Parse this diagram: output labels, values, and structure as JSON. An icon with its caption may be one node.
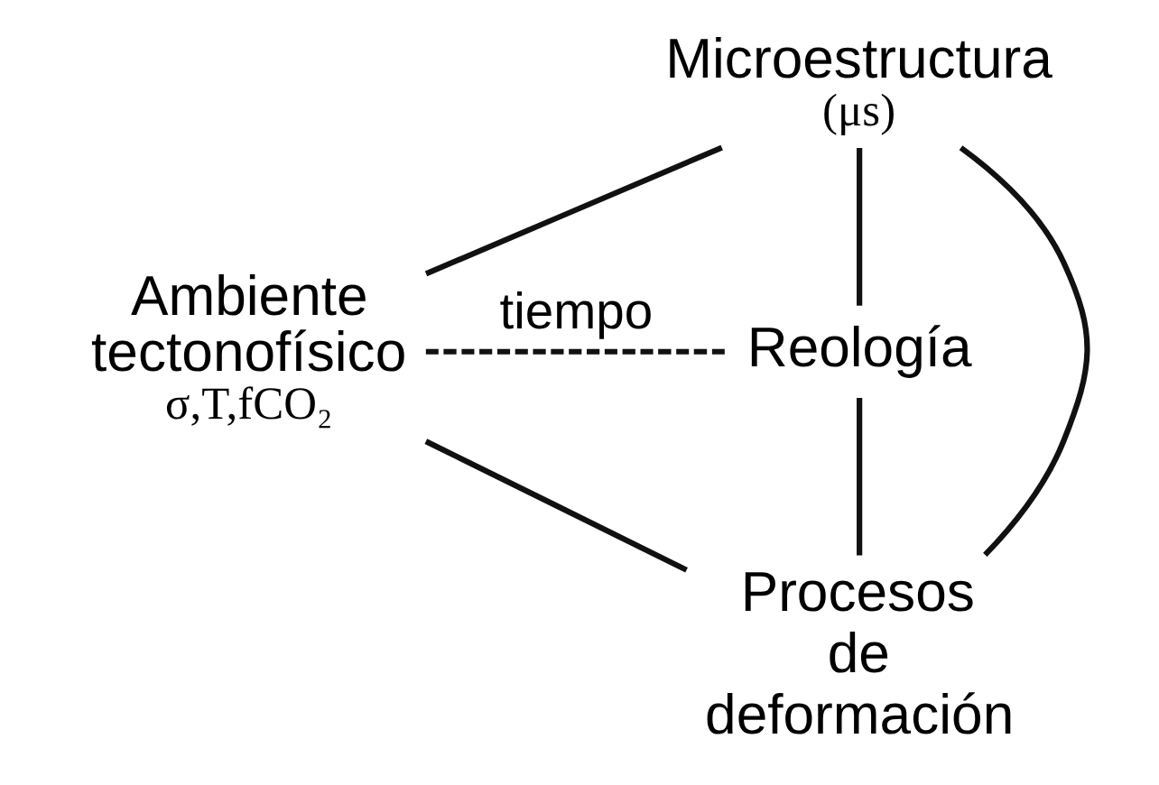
{
  "diagram": {
    "nodes": [
      {
        "text": [
          "Microestructura",
          "(μs)"
        ]
      },
      {
        "text": [
          "Reología"
        ]
      },
      {
        "text": [
          "Ambiente tectonofísico",
          "σ,T,fCO₂"
        ]
      },
      {
        "text": [
          "Procesos de deformación"
        ]
      }
    ],
    "edges": [
      {
        "from": 0,
        "to": 2,
        "arrow": "none"
      },
      {
        "from": 0,
        "to": 3,
        "arrow": "none"
      },
      {
        "from": 0,
        "to": 1,
        "arrow": "none"
      },
      {
        "from": 1,
        "to": 3,
        "arrow": "none"
      },
      {
        "from": 2,
        "to": 1,
        "arrow": "none",
        "style": "dashed",
        "label": "tiempo"
      },
      {
        "from": 2,
        "to": 3,
        "arrow": "none"
      }
    ]
  }
}
